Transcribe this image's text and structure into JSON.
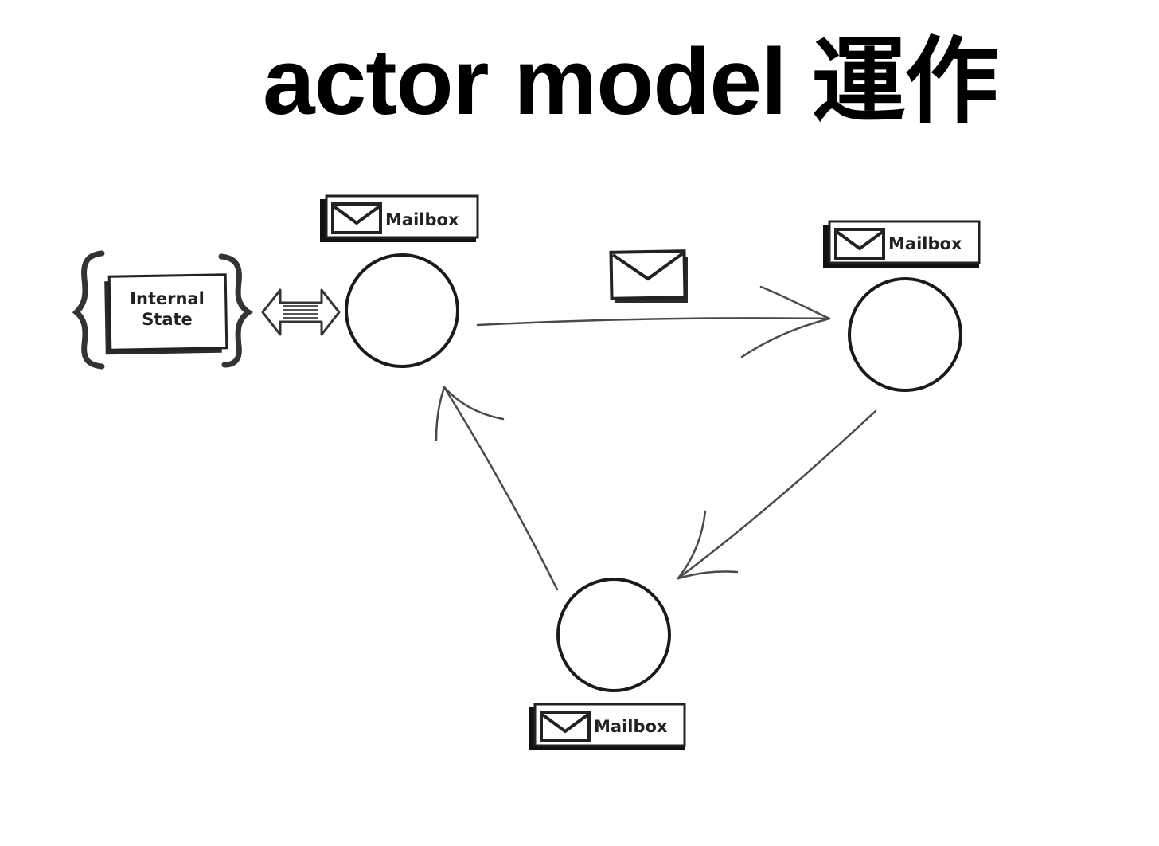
{
  "slide": {
    "title": "actor model 運作"
  },
  "diagram": {
    "internal_state_label_line1": "Internal",
    "internal_state_label_line2": "State",
    "mailbox_label": "Mailbox",
    "actors": [
      {
        "id": "actor-left",
        "mailbox_label": "Mailbox"
      },
      {
        "id": "actor-right",
        "mailbox_label": "Mailbox"
      },
      {
        "id": "actor-bottom",
        "mailbox_label": "Mailbox"
      }
    ],
    "icons": [
      "envelope-icon",
      "double-arrow-icon",
      "brace-icon"
    ],
    "colors": {
      "ink": "#1a1a1a",
      "line": "#4a4a4a",
      "box_shadow": "#111111"
    }
  }
}
